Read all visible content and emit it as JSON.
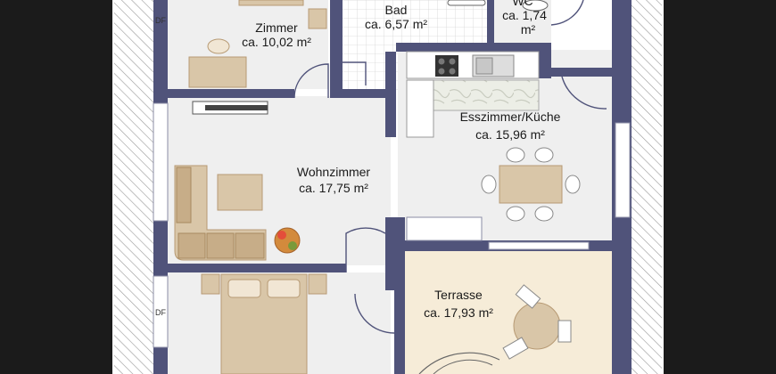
{
  "rooms": {
    "zimmer": {
      "name": "Zimmer",
      "area": "ca. 10,02 m²"
    },
    "bad": {
      "name": "Bad",
      "area": "ca. 6,57 m²"
    },
    "wc": {
      "name": "WC",
      "area": "ca. 1,74",
      "area_unit": "m²"
    },
    "wohnen": {
      "name": "Wohnzimmer",
      "area": "ca. 17,75 m²"
    },
    "essen": {
      "name": "Esszimmer/Küche",
      "area": "ca. 15,96 m²"
    },
    "terrasse": {
      "name": "Terrasse",
      "area": "ca. 17,93 m²"
    }
  },
  "markers": {
    "df_top": "DF",
    "df_bottom": "DF"
  },
  "colors": {
    "wall": "#50537a",
    "floor": "#efefef",
    "terrace": "#f6ecd8",
    "roof_hatch": "#9a9a9a",
    "furniture": "#d9c6a8",
    "furniture_dark": "#b79a74"
  }
}
